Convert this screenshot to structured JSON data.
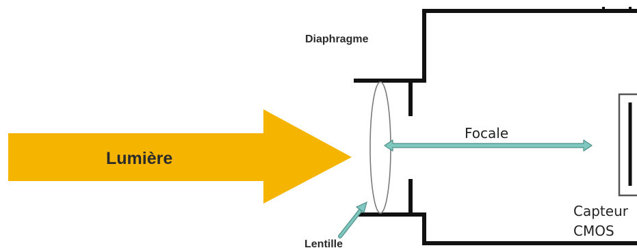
{
  "labels": {
    "diaphragm": "Diaphragme",
    "light": "Lumière",
    "focal_length": "Focale",
    "lens": "Lentille",
    "sensor_line1": "Capteur",
    "sensor_line2": "CMOS"
  },
  "colors": {
    "light_arrow": "#F5B400",
    "focal_arrow": "#7FC8C0",
    "focal_arrow_stroke": "#4E8E88",
    "camera_body": "#111111",
    "lens_outline": "#7a7a7a",
    "background": "#ffffff"
  }
}
